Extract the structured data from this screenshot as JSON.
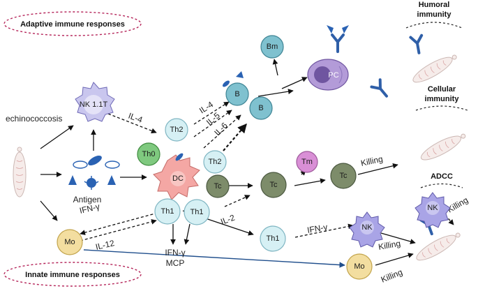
{
  "headers": {
    "adaptive": "Adaptive immune responses",
    "innate": "Innate  immune responses",
    "humoral": "Humoral\nimmunity",
    "cellular": "Cellular\nimmunity",
    "adcc": "ADCC"
  },
  "labels": {
    "echinococcosis": "echinococcosis",
    "antigen": "Antigen",
    "il4_a": "IL-4",
    "il4_b": "IL-4",
    "il5": "IL-5",
    "il6": "IL-6",
    "il2": "IL-2",
    "il12": "IL-12",
    "ifn_a": "IFN-γ",
    "ifn_b": "IFN-γ",
    "ifn_mcp": "IFN-γ",
    "mcp": "MCP",
    "killing_tc": "Killing",
    "killing_nk_upper": "Killing",
    "killing_nk_mid": "Killing",
    "killing_mo": "Killing"
  },
  "cells": {
    "nk11t": "NK 1.1T",
    "th0": "Th0",
    "th2_a": "Th2",
    "th2_b": "Th2",
    "dc": "DC",
    "tc_a": "Tc",
    "tc_b": "Tc",
    "tc_c": "Tc",
    "tm": "Tm",
    "b1": "B",
    "b2": "B",
    "bm": "Bm",
    "pc": "PC",
    "th1_a": "Th1",
    "th1_b": "Th1",
    "th1_c": "Th1",
    "mo_a": "Mo",
    "mo_b": "Mo",
    "nk_a": "NK",
    "nk_b": "NK"
  },
  "colors": {
    "dc": "#f4a7a4",
    "th0": "#7fc97f",
    "th_light": "#d6f0f4",
    "b_cell": "#7fc1cf",
    "tc": "#7d8c6a",
    "tm": "#d98fd6",
    "pc": "#b39bd8",
    "mo": "#f3dea0",
    "nk": "#a9a4e6",
    "antibody": "#2f5fa8",
    "antigen": "#2a62b3",
    "header_ellipse": "#b5255a"
  }
}
